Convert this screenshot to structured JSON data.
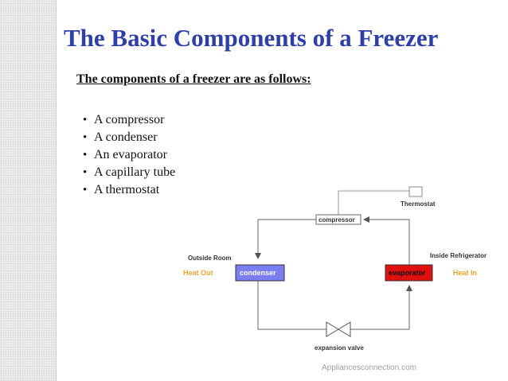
{
  "slide": {
    "title": "The Basic Components of a Freezer",
    "subtitle": "The components of a freezer are as follows:",
    "bullets": [
      "A compressor",
      "A condenser",
      "An evaporator",
      "A capillary tube",
      "A thermostat"
    ],
    "credit": "Appliancesconnection.com"
  },
  "diagram": {
    "thermostat_label": "Thermostat",
    "compressor_label": "compressor",
    "outside_room_label": "Outside Room",
    "inside_refrigerator_label": "Inside Refrigerator",
    "heat_out_label": "Heat Out",
    "heat_in_label": "Heat In",
    "condenser_label": "condenser",
    "evaporator_label": "evaporator",
    "expansion_valve_label": "expansion valve"
  },
  "colors": {
    "title": "#2e3fa8",
    "condenser_box": "#7b7ef0",
    "evaporator_box": "#e01010",
    "heat_text": "#f2a530"
  }
}
